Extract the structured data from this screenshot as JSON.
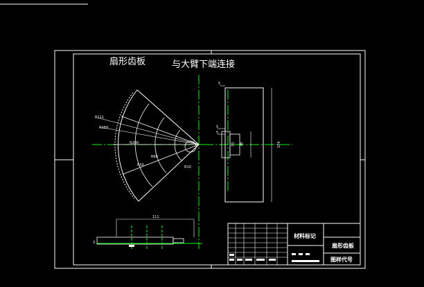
{
  "drawing": {
    "title": "扇形齿板",
    "note": "与大臂下端连接",
    "dimensions": {
      "r111": "R111",
      "r159": "R159",
      "r200": "R200",
      "r50": "R50",
      "r60": "R60",
      "r10": "R10",
      "bottom_width": "111",
      "side_height": "104",
      "slot_w": "30",
      "slot_h": "38",
      "t1": "5",
      "t2": "5",
      "t3": "5",
      "bottom_left": "3"
    }
  },
  "title_block": {
    "material_mark": "材料标记",
    "part_name": "扇形齿板",
    "drawing_number": "图样代号"
  }
}
